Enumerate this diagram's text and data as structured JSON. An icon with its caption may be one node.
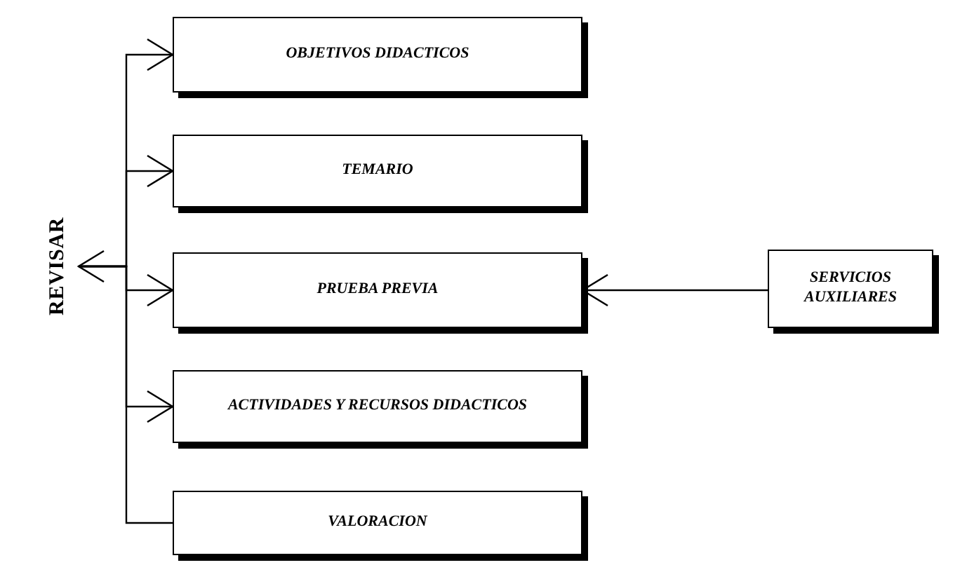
{
  "diagram": {
    "nodes": [
      {
        "text": [
          "REVISAR"
        ]
      },
      {
        "text": [
          "OBJETIVOS DIDACTICOS"
        ]
      },
      {
        "text": [
          "TEMARIO"
        ]
      },
      {
        "text": [
          "PRUEBA PREVIA"
        ]
      },
      {
        "text": [
          "ACTIVIDADES Y RECURSOS DIDACTICOS"
        ]
      },
      {
        "text": [
          "VALORACION"
        ]
      },
      {
        "text": [
          "SERVICIOS AUXILIARES"
        ]
      }
    ],
    "edges": [
      {
        "from": 0,
        "to": 1,
        "arrow": "to"
      },
      {
        "from": 0,
        "to": 2,
        "arrow": "to"
      },
      {
        "from": 0,
        "to": 3,
        "arrow": "to"
      },
      {
        "from": 0,
        "to": 4,
        "arrow": "to"
      },
      {
        "from": 5,
        "to": 0,
        "arrow": "to"
      },
      {
        "from": 6,
        "to": 3,
        "arrow": "to"
      }
    ]
  }
}
